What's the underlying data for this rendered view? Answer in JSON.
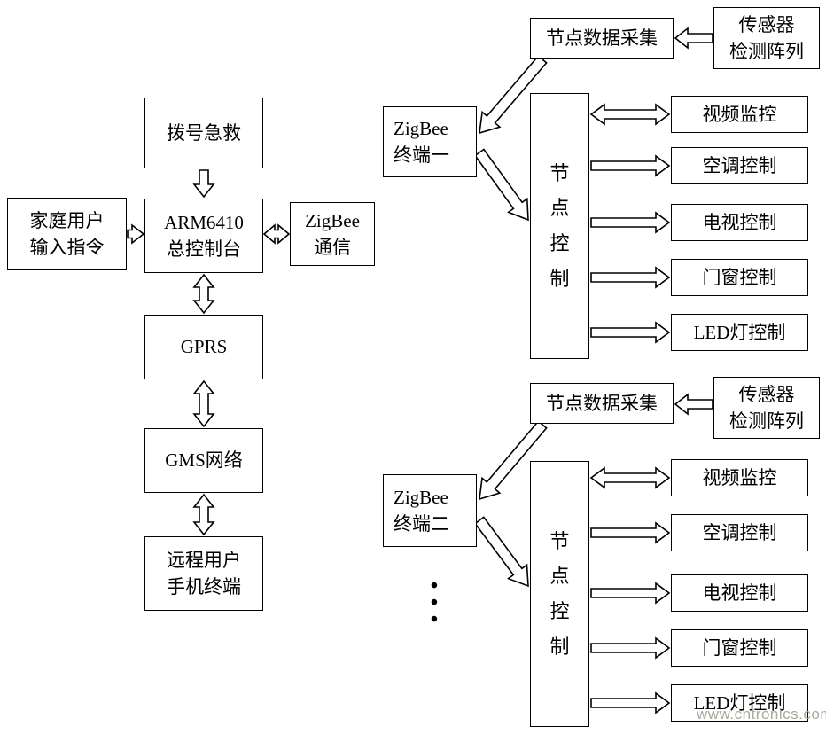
{
  "left_chain": {
    "dial": "拨号急救",
    "home_user": "家庭用户\n输入指令",
    "arm": "ARM6410\n总控制台",
    "zigbee_comm": "ZigBee\n通信",
    "gprs": "GPRS",
    "gms": "GMS网络",
    "remote_user": "远程用户\n手机终端"
  },
  "group1": {
    "collect": "节点数据采集",
    "sensor": "传感器\n检测阵列",
    "terminal": "ZigBee\n终端一",
    "node_control": "节\n点\n控\n制",
    "devices": [
      "视频监控",
      "空调控制",
      "电视控制",
      "门窗控制",
      "LED灯控制"
    ]
  },
  "group2": {
    "collect": "节点数据采集",
    "sensor": "传感器\n检测阵列",
    "terminal": "ZigBee\n终端二",
    "node_control": "节\n点\n控\n制",
    "devices": [
      "视频监控",
      "空调控制",
      "电视控制",
      "门窗控制",
      "LED灯控制"
    ]
  },
  "ellipsis": "•\n•\n•",
  "watermark": {
    "text": "www.cntronics.com",
    "color": "#a6ab9b"
  },
  "colors": {
    "line": "#000000",
    "box_fill": "#ffffff",
    "background": "#ffffff"
  }
}
